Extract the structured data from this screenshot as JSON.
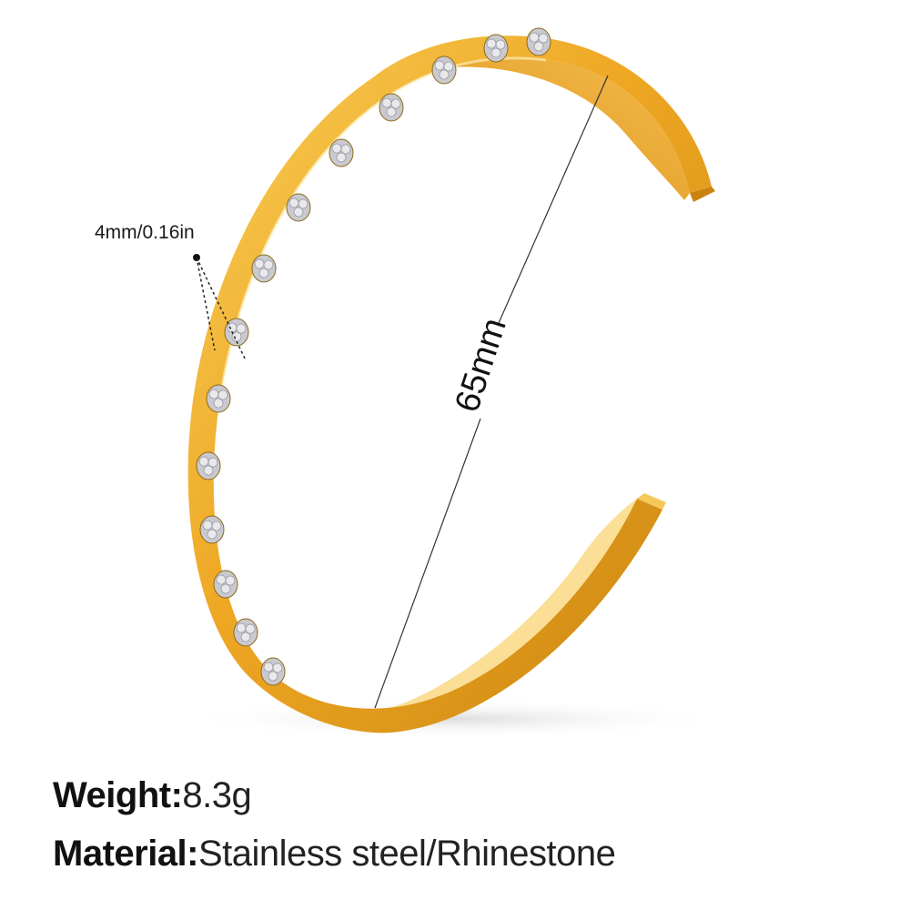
{
  "dimensions": {
    "width_label": "4mm/0.16in",
    "diameter_label": "65mm"
  },
  "specs": {
    "weight_key": "Weight:",
    "weight_value": "8.3g",
    "material_key": "Material:",
    "material_value": "Stainless steel/Rhinestone"
  },
  "colors": {
    "gold_light": "#f7c64a",
    "gold_mid": "#e9a21c",
    "gold_dark": "#b8760b",
    "rhinestone": "#e9e9ec"
  }
}
